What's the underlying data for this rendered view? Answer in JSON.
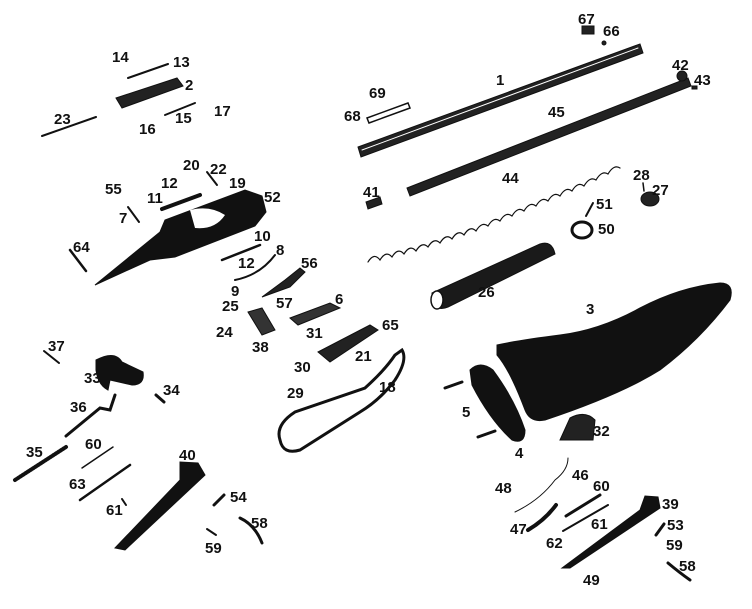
{
  "diagram": {
    "title": "",
    "ink_color": "#111111",
    "background_color": "#ffffff",
    "part_labels": {
      "p67": "67",
      "p66": "66",
      "p1": "1",
      "p42": "42",
      "p43": "43",
      "p69": "69",
      "p68": "68",
      "p45": "45",
      "p14": "14",
      "p13": "13",
      "p2": "2",
      "p23": "23",
      "p16": "16",
      "p15": "15",
      "p17": "17",
      "p20": "20",
      "p22": "22",
      "p19": "19",
      "p12a": "12",
      "p11": "11",
      "p52": "52",
      "p55": "55",
      "p7": "7",
      "p41": "41",
      "p44": "44",
      "p28": "28",
      "p27": "27",
      "p51": "51",
      "p50": "50",
      "p10": "10",
      "p12b": "12",
      "p8": "8",
      "p64": "64",
      "p56": "56",
      "p9": "9",
      "p25": "25",
      "p57": "57",
      "p6": "6",
      "p26": "26",
      "p3": "3",
      "p24": "24",
      "p38": "38",
      "p31": "31",
      "p65": "65",
      "p37": "37",
      "p30": "30",
      "p21": "21",
      "p33": "33",
      "p34": "34",
      "p29": "29",
      "p18": "18",
      "p5": "5",
      "p36": "36",
      "p32": "32",
      "p4": "4",
      "p35": "35",
      "p60a": "60",
      "p40": "40",
      "p46": "46",
      "p60b": "60",
      "p48": "48",
      "p39": "39",
      "p63": "63",
      "p54": "54",
      "p61a": "61",
      "p58a": "58",
      "p53": "53",
      "p47": "47",
      "p61b": "61",
      "p62": "62",
      "p59b": "59",
      "p59a": "59",
      "p49": "49",
      "p58b": "58"
    }
  }
}
